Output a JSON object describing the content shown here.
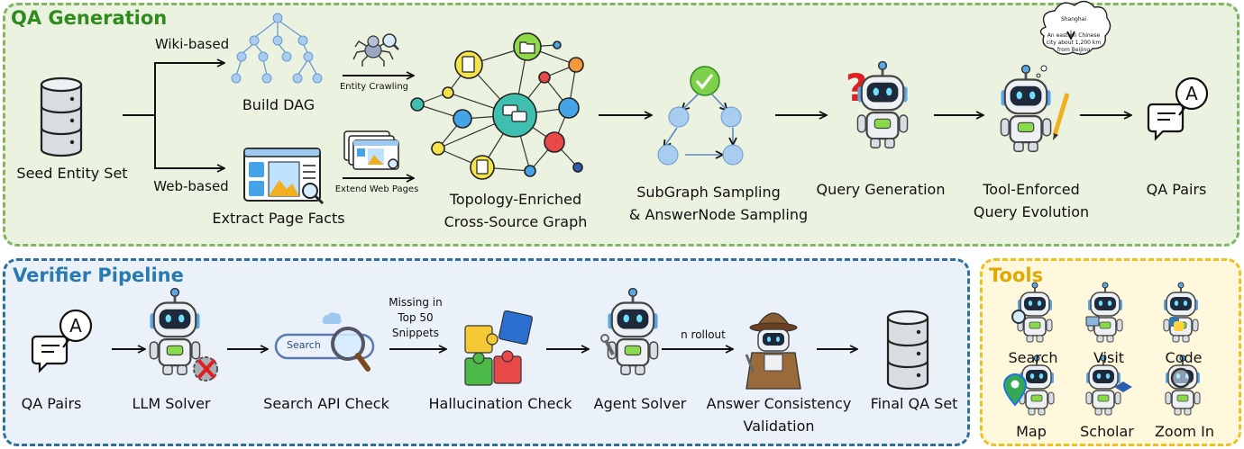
{
  "qa_generation": {
    "title": "QA Generation",
    "seed_entity_set": "Seed Entity Set",
    "wiki_based": "Wiki-based",
    "web_based": "Web-based",
    "build_dag": "Build DAG",
    "extract_page_facts": "Extract Page Facts",
    "entity_crawling": "Entity Crawling",
    "extend_web_pages": "Extend Web Pages",
    "graph_line1": "Topology-Enriched",
    "graph_line2": "Cross-Source Graph",
    "subgraph_line1": "SubGraph Sampling",
    "subgraph_line2": "& AnswerNode Sampling",
    "query_generation": "Query Generation",
    "evolution_line1": "Tool-Enforced",
    "evolution_line2": "Query Evolution",
    "qa_pairs": "QA Pairs",
    "bubble_title": "Shanghai",
    "bubble_text_line1": "An eastern Chinese",
    "bubble_text_line2": "city about 1,200 km",
    "bubble_text_line3": "from Beijing"
  },
  "verifier_pipeline": {
    "title": "Verifier Pipeline",
    "qa_pairs": "QA Pairs",
    "llm_solver": "LLM Solver",
    "search_api_check": "Search API Check",
    "search_box_text": "Search",
    "missing_line1": "Missing in",
    "missing_line2": "Top 50",
    "missing_line3": "Snippets",
    "hallucination_check": "Hallucination Check",
    "agent_solver": "Agent Solver",
    "n_rollout": "n rollout",
    "consistency_line1": "Answer Consistency",
    "consistency_line2": "Validation",
    "final_qa_set": "Final QA Set"
  },
  "tools": {
    "title": "Tools",
    "items": [
      "Search",
      "Visit",
      "Code",
      "Map",
      "Scholar",
      "Zoom In"
    ]
  },
  "colors": {
    "qa_border": "#7fb661",
    "qa_bg": "#ebf2e0",
    "qa_title": "#2e8b1e",
    "verifier_border": "#2f6f99",
    "verifier_bg": "#eaf1f8",
    "verifier_title": "#2a7ab0",
    "tools_border": "#f0c020",
    "tools_bg": "#fff8dc",
    "tools_title": "#e0a800",
    "node_blue": "#a9cdf0",
    "node_teal": "#3fbfb0"
  }
}
